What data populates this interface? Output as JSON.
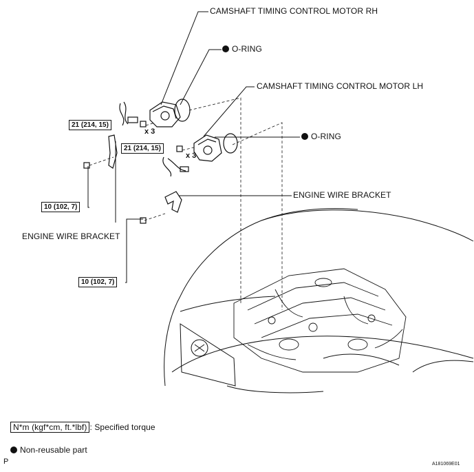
{
  "labels": {
    "motor_rh": "CAMSHAFT TIMING CONTROL MOTOR RH",
    "oring_top": "O-RING",
    "motor_lh": "CAMSHAFT TIMING CONTROL MOTOR LH",
    "oring_mid": "O-RING",
    "wire_bracket_right": "ENGINE WIRE BRACKET",
    "wire_bracket_left": "ENGINE WIRE BRACKET"
  },
  "torques": {
    "rh_bolts": "21 (214, 15)",
    "lh_bolts": "21 (214, 15)",
    "left_bracket_bolt": "10 (102, 7)",
    "right_bracket_bolt": "10 (102, 7)"
  },
  "multipliers": {
    "rh": "x 3",
    "lh": "x 3"
  },
  "legend": {
    "torque_box": "N*m (kgf*cm, ft.*lbf)",
    "torque_desc": ": Specified torque",
    "nonreusable": "Non-reusable part"
  },
  "corner": {
    "page_letter": "P",
    "figure_id": "A181069E01"
  }
}
